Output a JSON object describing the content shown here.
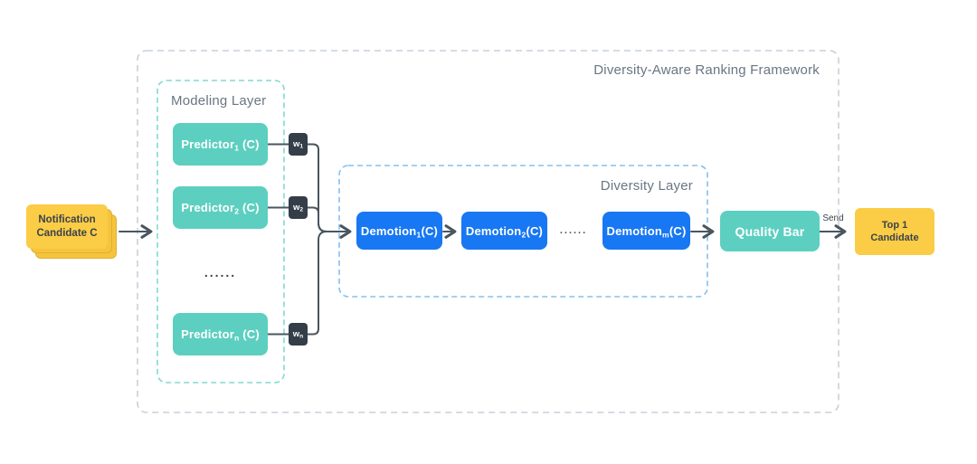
{
  "framework": {
    "title": "Diversity-Aware Ranking Framework"
  },
  "input_card": {
    "line1": "Notification",
    "line2": "Candidate C"
  },
  "modeling": {
    "label": "Modeling Layer",
    "ellipsis": "......",
    "predictors": [
      {
        "base": "Predictor",
        "sub": "1",
        "suffix": " (C)"
      },
      {
        "base": "Predictor",
        "sub": "2",
        "suffix": " (C)"
      },
      {
        "base": "Predictor",
        "sub": "n",
        "suffix": " (C)"
      }
    ]
  },
  "weights": [
    {
      "base": "w",
      "sub": "1"
    },
    {
      "base": "w",
      "sub": "2"
    },
    {
      "base": "w",
      "sub": "n"
    }
  ],
  "diversity": {
    "label": "Diversity Layer",
    "ellipsis": "......",
    "demotions": [
      {
        "base": "Demotion",
        "sub": "1",
        "suffix": "(C)"
      },
      {
        "base": "Demotion",
        "sub": "2",
        "suffix": "(C)"
      },
      {
        "base": "Demotion",
        "sub": "m",
        "suffix": "(C)"
      }
    ]
  },
  "quality_bar": {
    "label": "Quality Bar"
  },
  "send_label": "Send",
  "output_card": {
    "line1": "Top 1",
    "line2": "Candidate"
  },
  "colors": {
    "teal": "#5DCFC0",
    "blue": "#1877F2",
    "yellow": "#FBCC45",
    "dark": "#333E48",
    "line": "#4A565F",
    "label": "#6A7683",
    "outer-border": "#C9D0D8",
    "modeling-border": "#82DACD",
    "diversity-border": "#85C0EE"
  }
}
